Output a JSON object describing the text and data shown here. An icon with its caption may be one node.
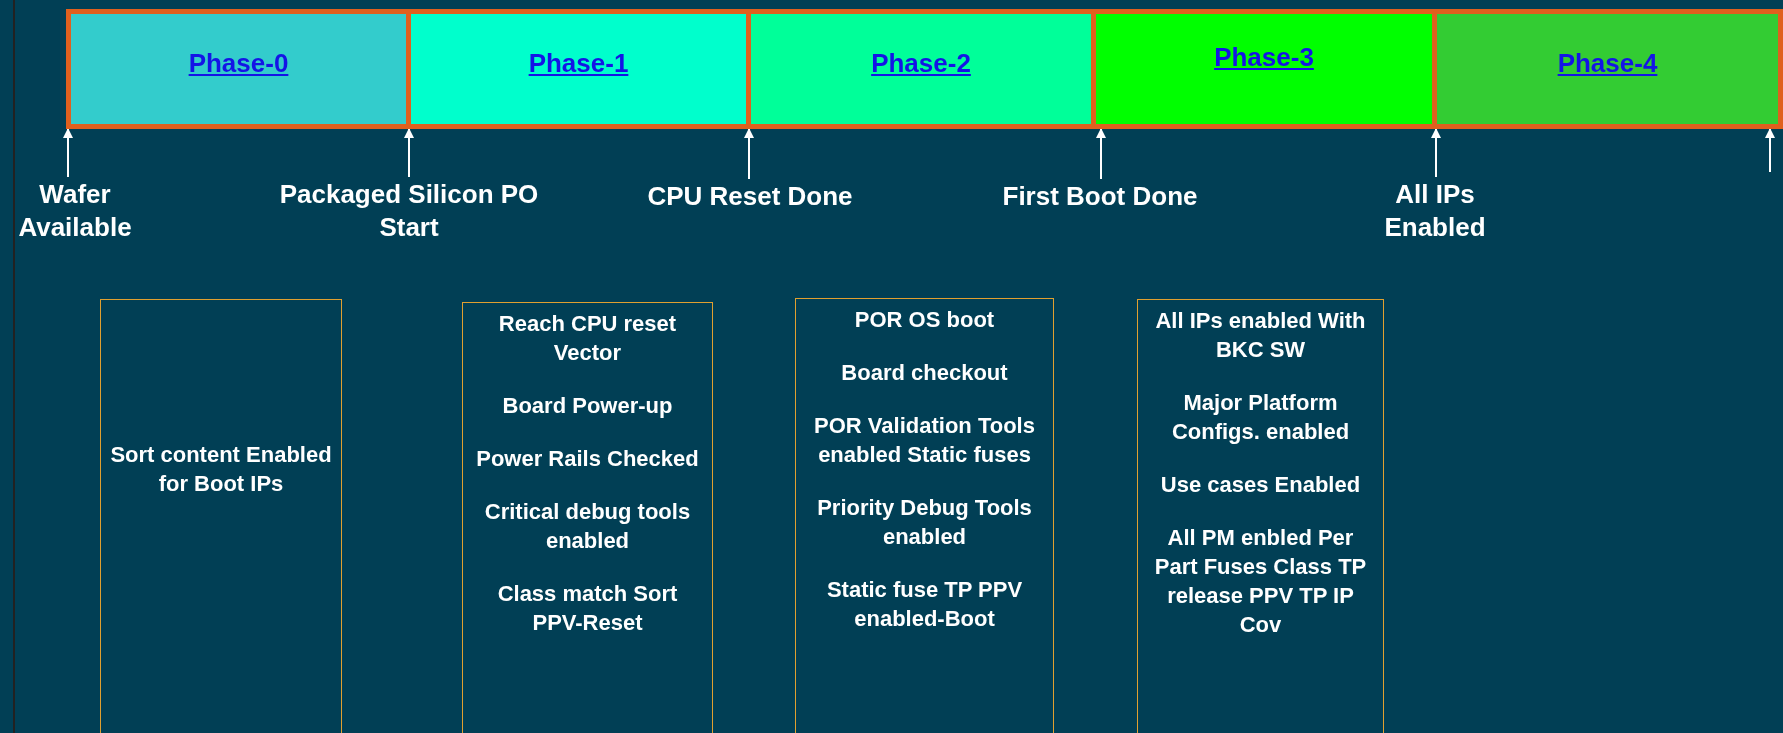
{
  "diagram": {
    "nodes": [
      {
        "text": [
          "Phase-0"
        ]
      },
      {
        "text": [
          "Phase-1"
        ]
      },
      {
        "text": [
          "Phase-2"
        ]
      },
      {
        "text": [
          "Phase-3"
        ]
      },
      {
        "text": [
          "Phase-4"
        ]
      },
      {
        "text": [
          "Wafer Available"
        ]
      },
      {
        "text": [
          "Packaged Silicon PO Start"
        ]
      },
      {
        "text": [
          "CPU Reset Done"
        ]
      },
      {
        "text": [
          "First Boot Done"
        ]
      },
      {
        "text": [
          "All IPs Enabled"
        ]
      },
      {
        "text": [
          "Sort content Enabled for Boot IPs"
        ]
      },
      {
        "text": [
          "Reach CPU reset Vector",
          "Board Power-up",
          "Power Rails Checked",
          "Critical debug tools enabled",
          "Class match Sort PPV-Reset"
        ]
      },
      {
        "text": [
          "POR OS boot",
          "Board checkout",
          "POR Validation Tools enabled Static fuses",
          "Priority Debug Tools enabled",
          "Static fuse TP PPV enabled-Boot"
        ]
      },
      {
        "text": [
          "All IPs enabled With BKC SW",
          "Major Platform Configs. enabled",
          "Use cases Enabled",
          "All PM enbled Per Part Fuses Class TP release PPV TP IP Cov"
        ]
      }
    ],
    "edges": [
      {
        "from": 5,
        "to": 0,
        "arrow": "to"
      },
      {
        "from": 6,
        "to": 1,
        "arrow": "to"
      },
      {
        "from": 7,
        "to": 2,
        "arrow": "to"
      },
      {
        "from": 8,
        "to": 3,
        "arrow": "to"
      },
      {
        "from": 9,
        "to": 4,
        "arrow": "to"
      },
      {
        "from": null,
        "to": 4,
        "arrow": "to"
      }
    ]
  }
}
